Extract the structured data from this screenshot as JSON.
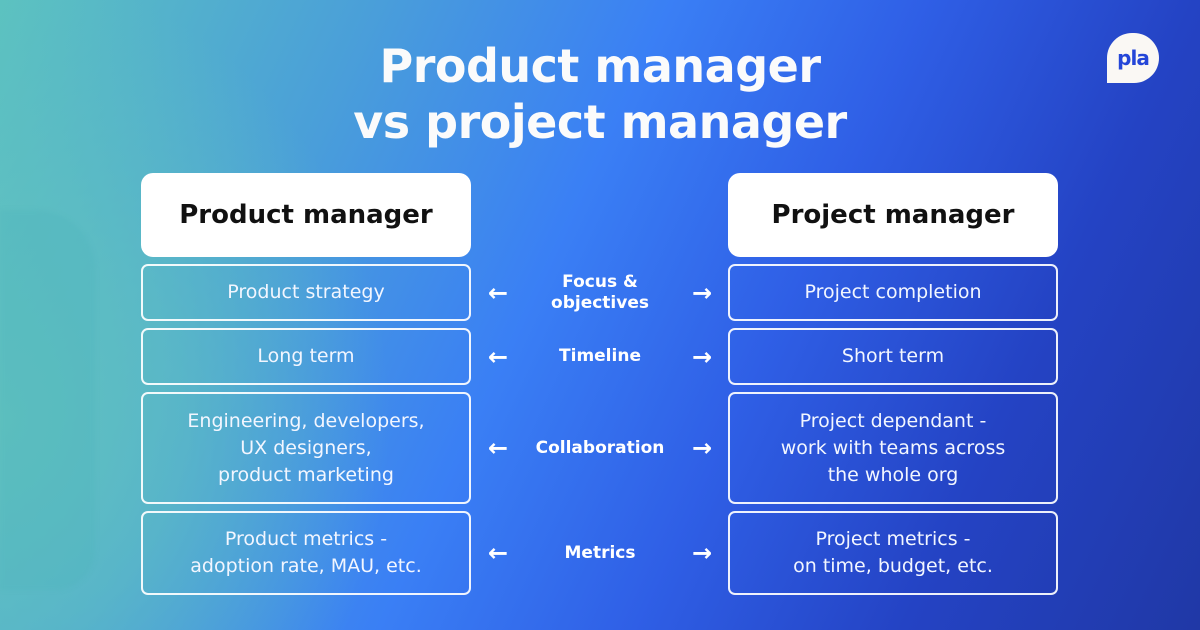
{
  "title": "Product manager\nvs project manager",
  "title_line1": "Product manager",
  "title_line2": "vs project manager",
  "logo": {
    "text": "pla",
    "icon": "speech-bubble-logo"
  },
  "colors": {
    "gradient_start": "#5cc2c0",
    "gradient_mid": "#3a7ff5",
    "gradient_end": "#2038a6",
    "logo_text": "#2446d8",
    "header_card_bg": "#ffffff",
    "header_text": "#111111"
  },
  "left_column": {
    "header": "Product manager",
    "cells": [
      "Product strategy",
      "Long term",
      "Engineering, developers,\nUX designers,\nproduct marketing",
      "Product metrics -\nadoption rate, MAU, etc."
    ]
  },
  "right_column": {
    "header": "Project manager",
    "cells": [
      "Project completion",
      "Short term",
      "Project dependant -\nwork with teams across\nthe whole org",
      "Project metrics -\non time, budget, etc."
    ]
  },
  "categories": [
    {
      "label": "Focus &\nobjectives",
      "left_arrow": "←",
      "right_arrow": "→"
    },
    {
      "label": "Timeline",
      "left_arrow": "←",
      "right_arrow": "→"
    },
    {
      "label": "Collaboration",
      "left_arrow": "←",
      "right_arrow": "→"
    },
    {
      "label": "Metrics",
      "left_arrow": "←",
      "right_arrow": "→"
    }
  ]
}
